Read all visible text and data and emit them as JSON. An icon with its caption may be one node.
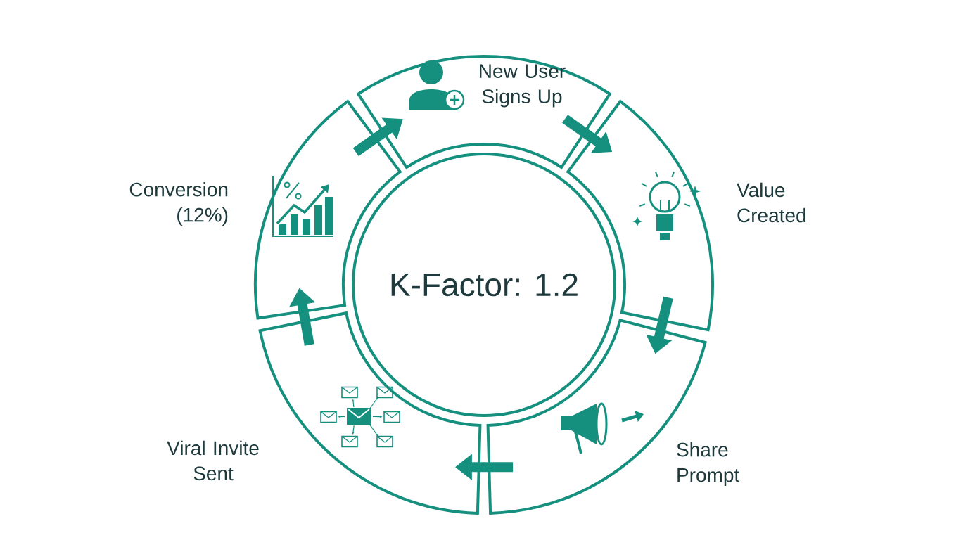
{
  "diagram": {
    "nodes": [
      {
        "text": [
          "K-Factor: 1.2"
        ]
      },
      {
        "text": [
          "New User Signs Up"
        ]
      },
      {
        "text": [
          "Value Created"
        ]
      },
      {
        "text": [
          "Share Prompt"
        ]
      },
      {
        "text": [
          "Viral Invite Sent"
        ]
      },
      {
        "text": [
          "Conversion (12%)"
        ]
      }
    ],
    "edges": [
      {
        "from": 5,
        "to": 1,
        "arrow": "to"
      },
      {
        "from": 1,
        "to": 2,
        "arrow": "to"
      },
      {
        "from": 2,
        "to": 3,
        "arrow": "to"
      },
      {
        "from": 3,
        "to": 4,
        "arrow": "to"
      },
      {
        "from": 4,
        "to": 5,
        "arrow": "to"
      }
    ]
  }
}
